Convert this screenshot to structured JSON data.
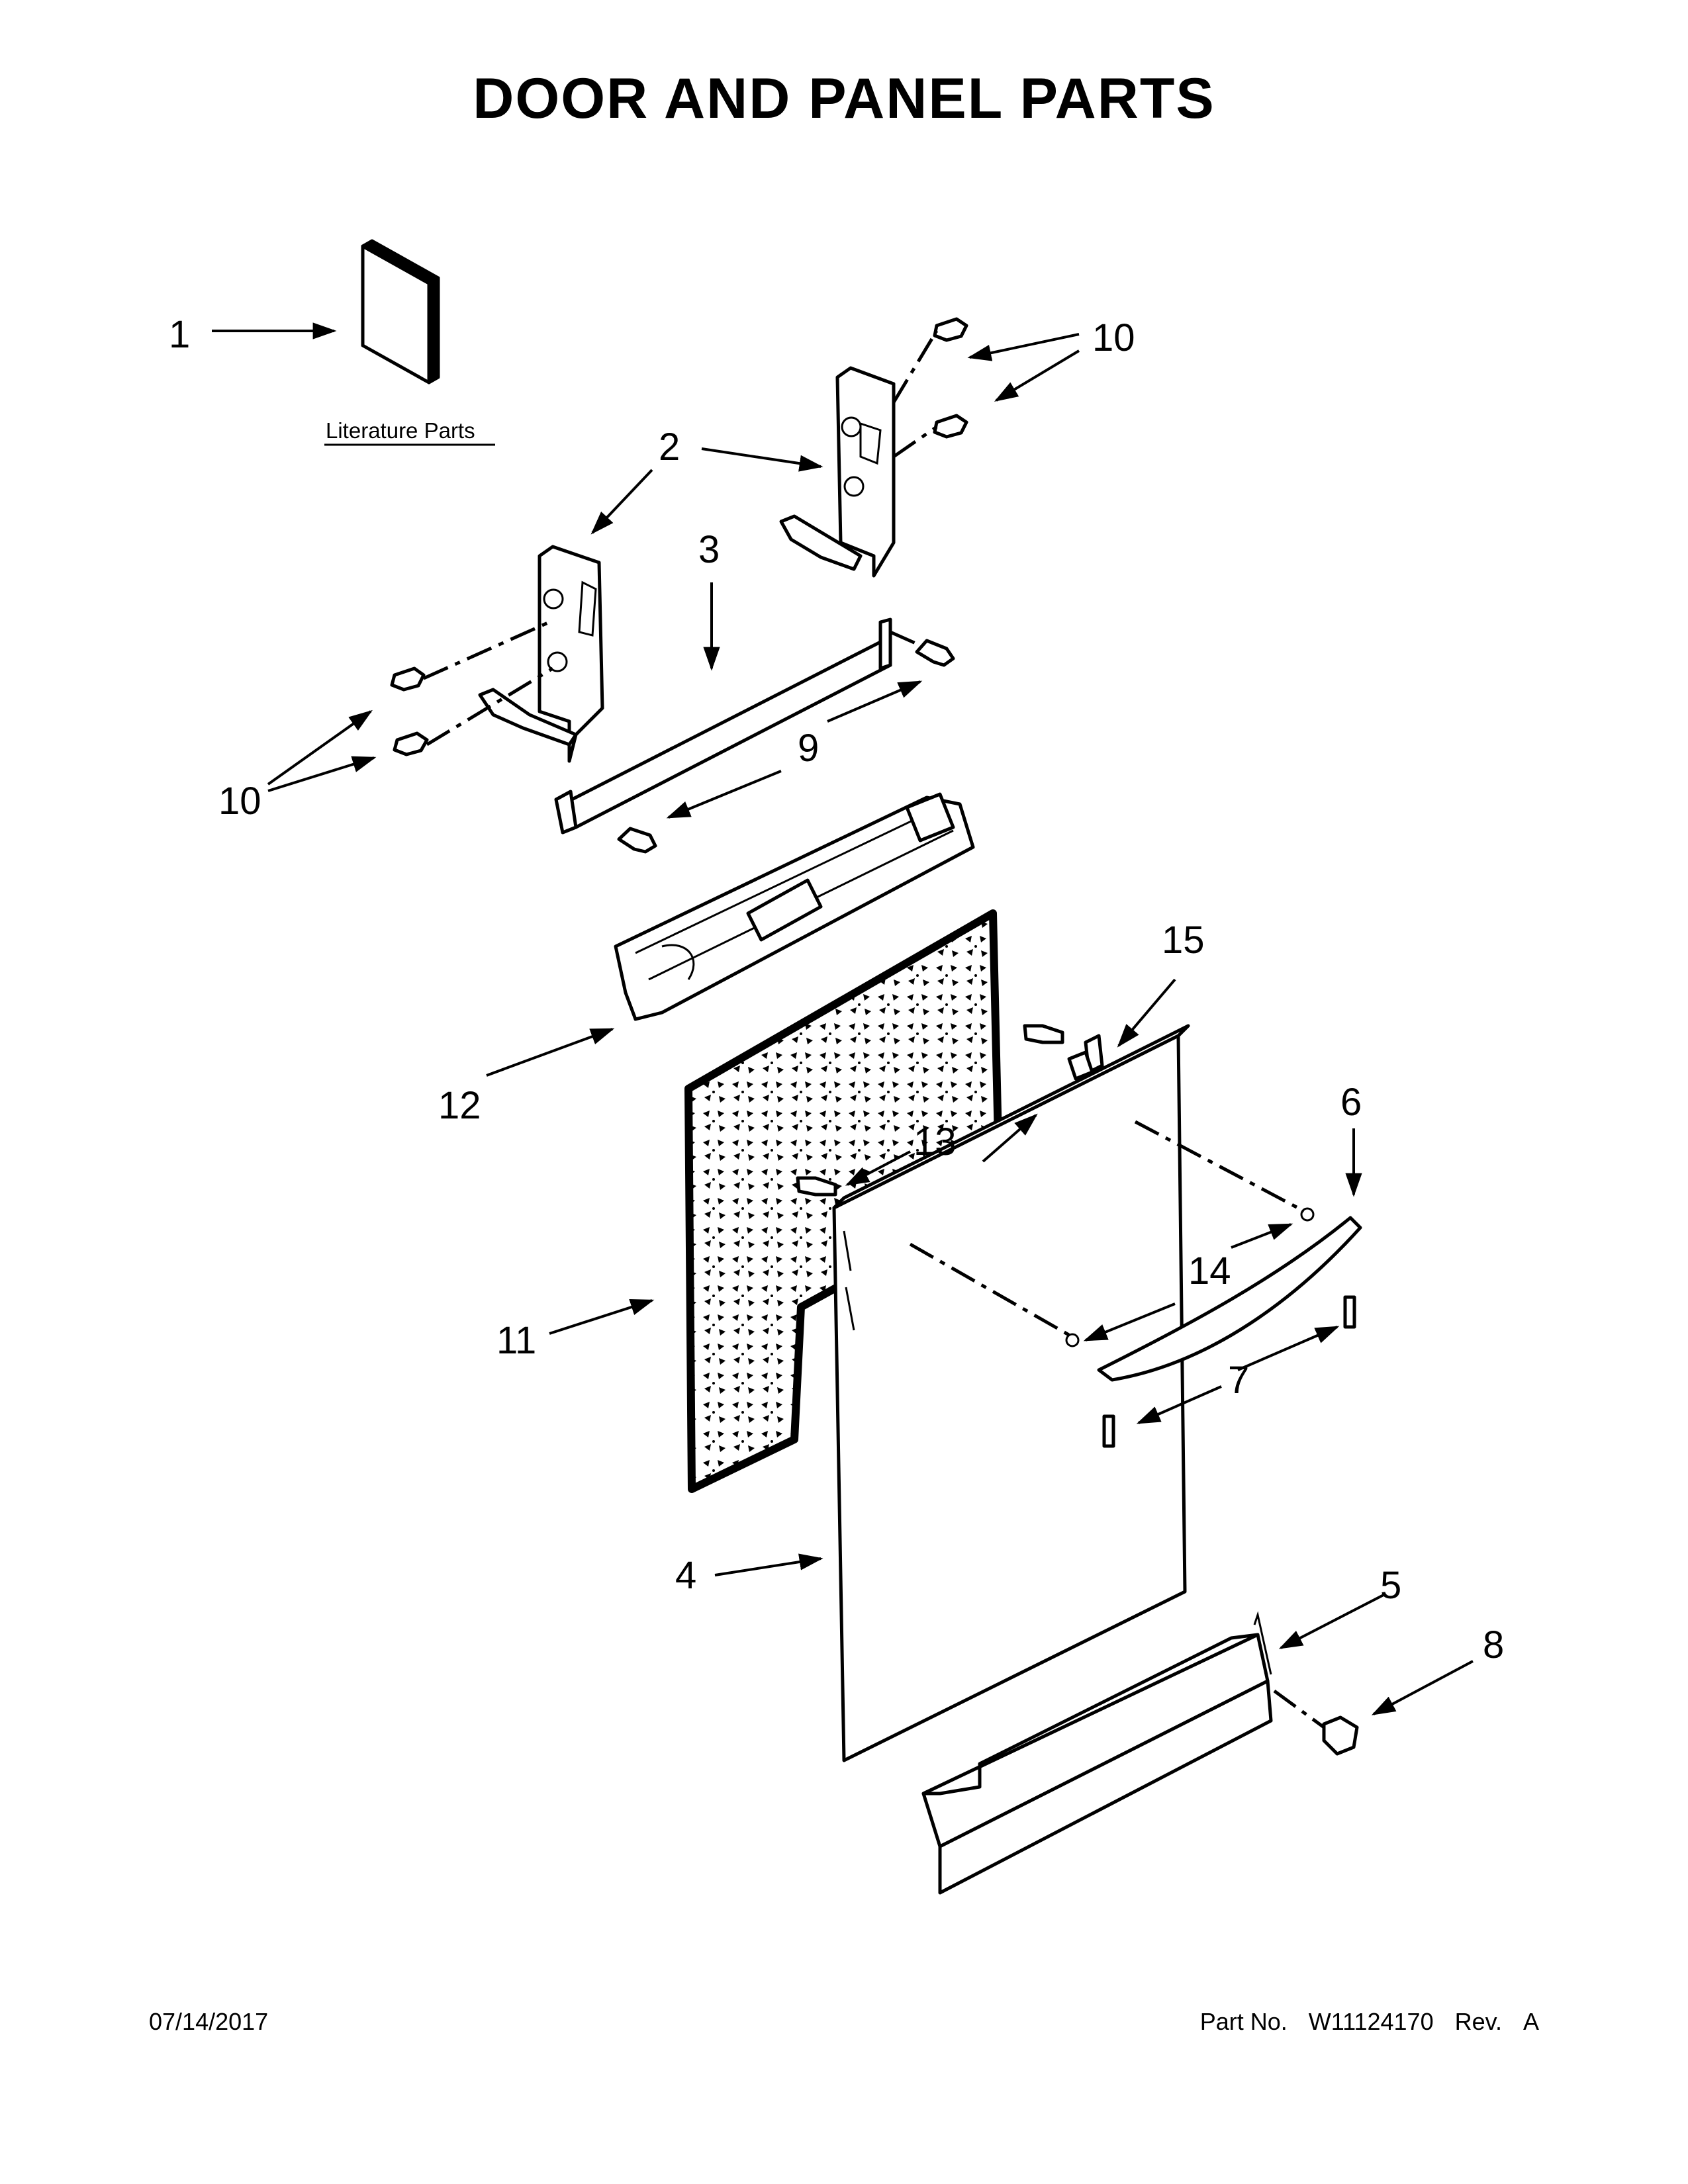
{
  "title": "DOOR AND PANEL PARTS",
  "literature_label": "Literature Parts",
  "callouts": [
    "1",
    "2",
    "3",
    "4",
    "5",
    "6",
    "7",
    "8",
    "9",
    "10",
    "10",
    "11",
    "12",
    "13",
    "14",
    "15"
  ],
  "footer": {
    "date": "07/14/2017",
    "part_no_label": "Part No.",
    "part_no": "W11124170",
    "rev_label": "Rev.",
    "rev": "A"
  }
}
